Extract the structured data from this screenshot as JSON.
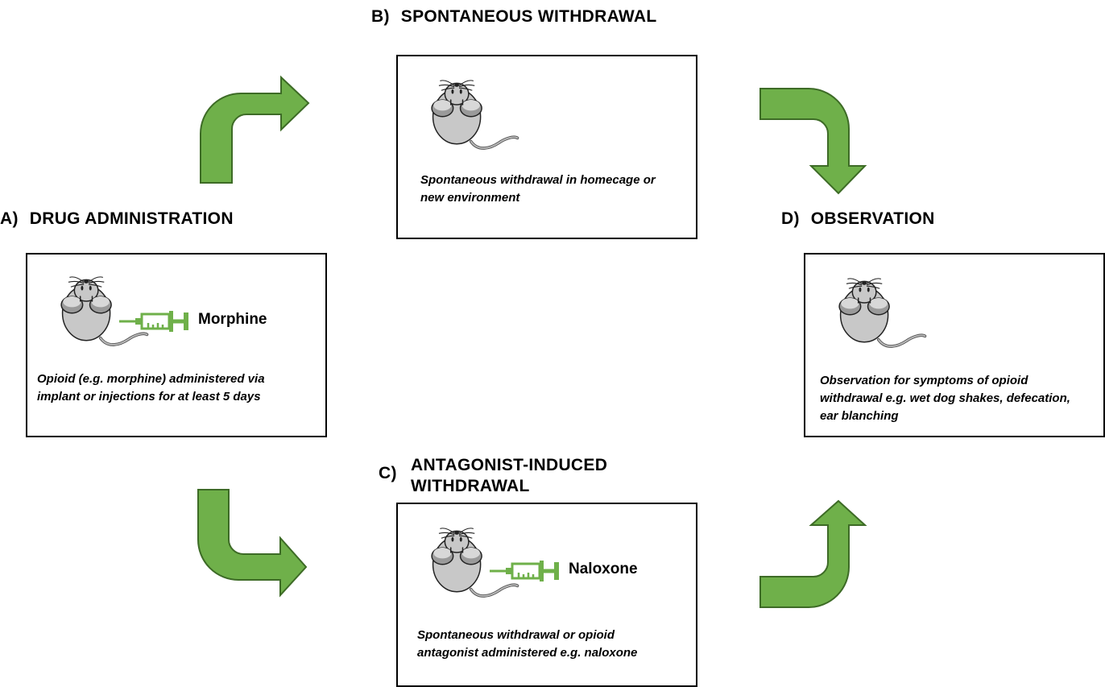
{
  "sections": {
    "a": {
      "letter": "A)",
      "title": "DRUG ADMINISTRATION",
      "drug": "Morphine",
      "caption_line1": "Opioid (e.g. morphine) administered via",
      "caption_line2": "implant or injections for at least 5 days"
    },
    "b": {
      "letter": "B)",
      "title": "SPONTANEOUS WITHDRAWAL",
      "caption_line1": "Spontaneous withdrawal in homecage or",
      "caption_line2": "new environment"
    },
    "c": {
      "letter": "C)",
      "title_line1": "ANTAGONIST-INDUCED",
      "title_line2": "WITHDRAWAL",
      "drug": "Naloxone",
      "caption_line1": "Spontaneous withdrawal or opioid",
      "caption_line2": "antagonist administered e.g. naloxone"
    },
    "d": {
      "letter": "D)",
      "title": "OBSERVATION",
      "caption_line1": "Observation for symptoms of opioid",
      "caption_line2": "withdrawal e.g. wet dog shakes, defecation,",
      "caption_line3": "ear blanching"
    }
  },
  "colors": {
    "arrow_fill": "#6fb04a",
    "arrow_stroke": "#3d6b26",
    "syringe": "#6fb04a",
    "mouse_body": "#c8c8c8",
    "mouse_dark": "#9a9a9a"
  },
  "icons": [
    "mouse-icon",
    "syringe-icon",
    "curved-arrow-icon"
  ]
}
